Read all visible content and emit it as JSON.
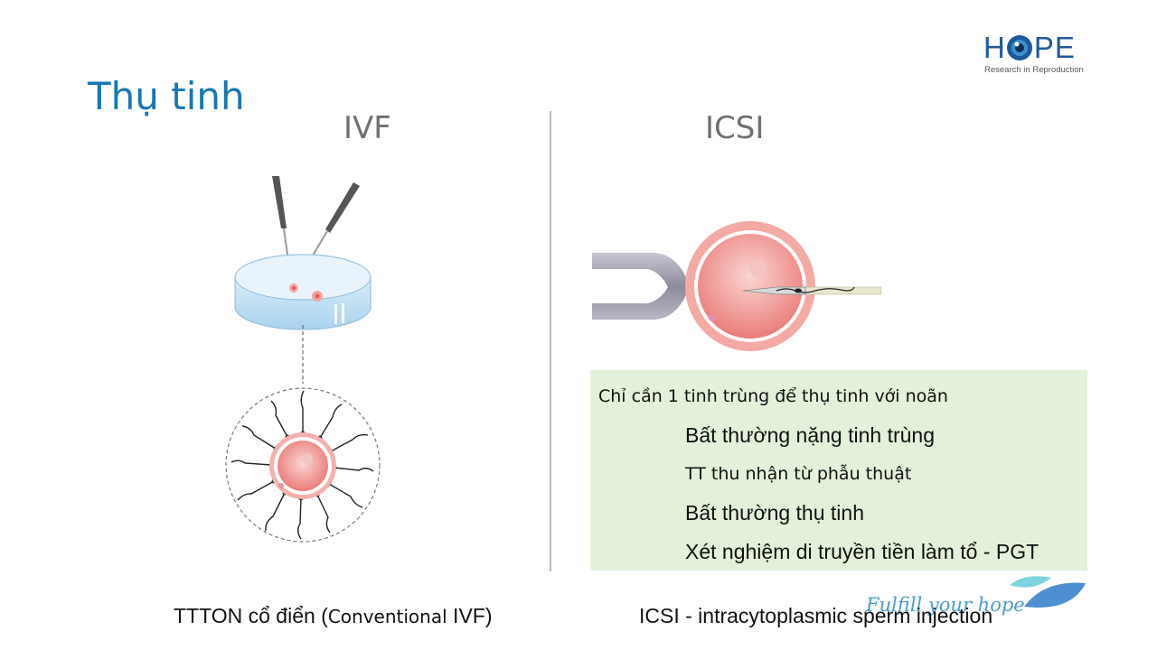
{
  "title": "Thụ tinh",
  "logo": {
    "brand_h": "H",
    "brand_pe": "PE",
    "tagline": "Research in Reproduction"
  },
  "ivf": {
    "heading": "IVF",
    "caption_main": "TTTON cổ điển (",
    "caption_small": "Conventional",
    "caption_end": " IVF)"
  },
  "icsi": {
    "heading": "ICSI",
    "caption": "ICSI - intracytoplasmic sperm injection"
  },
  "info_box": {
    "intro": "Chỉ cần 1 tinh trùng để thụ tinh với noãn",
    "items": [
      "Bất thường nặng tinh trùng",
      "TT thu nhận từ phẫu thuật",
      "Bất thường thụ tinh",
      "Xét nghiệm di truyền tiền làm tổ - PGT"
    ]
  },
  "footer": {
    "slogan": "Fulfill your hope"
  },
  "colors": {
    "title": "#1478b4",
    "box": "#e3f0da",
    "brand": "#1c5a9a"
  }
}
